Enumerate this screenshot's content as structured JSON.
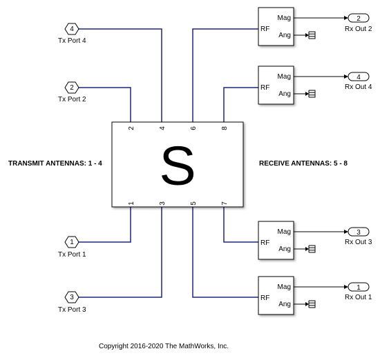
{
  "labels": {
    "transmit": "TRANSMIT ANTENNAS: 1 - 4",
    "receive": "RECEIVE ANTENNAS: 5 - 8",
    "copyright": "Copyright 2016-2020 The MathWorks, Inc."
  },
  "s_block": {
    "symbol": "S",
    "top_ports": [
      "2",
      "4",
      "6",
      "8"
    ],
    "bottom_ports": [
      "1",
      "3",
      "5",
      "7"
    ]
  },
  "tx_ports": [
    {
      "number": "4",
      "label": "Tx Port 4"
    },
    {
      "number": "2",
      "label": "Tx Port 2"
    },
    {
      "number": "1",
      "label": "Tx Port 1"
    },
    {
      "number": "3",
      "label": "Tx Port 3"
    }
  ],
  "rx_blocks": [
    {
      "in": "RF",
      "mag": "Mag",
      "ang": "Ang",
      "out_number": "2",
      "out_label": "Rx Out 2"
    },
    {
      "in": "RF",
      "mag": "Mag",
      "ang": "Ang",
      "out_number": "4",
      "out_label": "Rx Out 4"
    },
    {
      "in": "RF",
      "mag": "Mag",
      "ang": "Ang",
      "out_number": "3",
      "out_label": "Rx Out 3"
    },
    {
      "in": "RF",
      "mag": "Mag",
      "ang": "Ang",
      "out_number": "1",
      "out_label": "Rx Out 1"
    }
  ]
}
